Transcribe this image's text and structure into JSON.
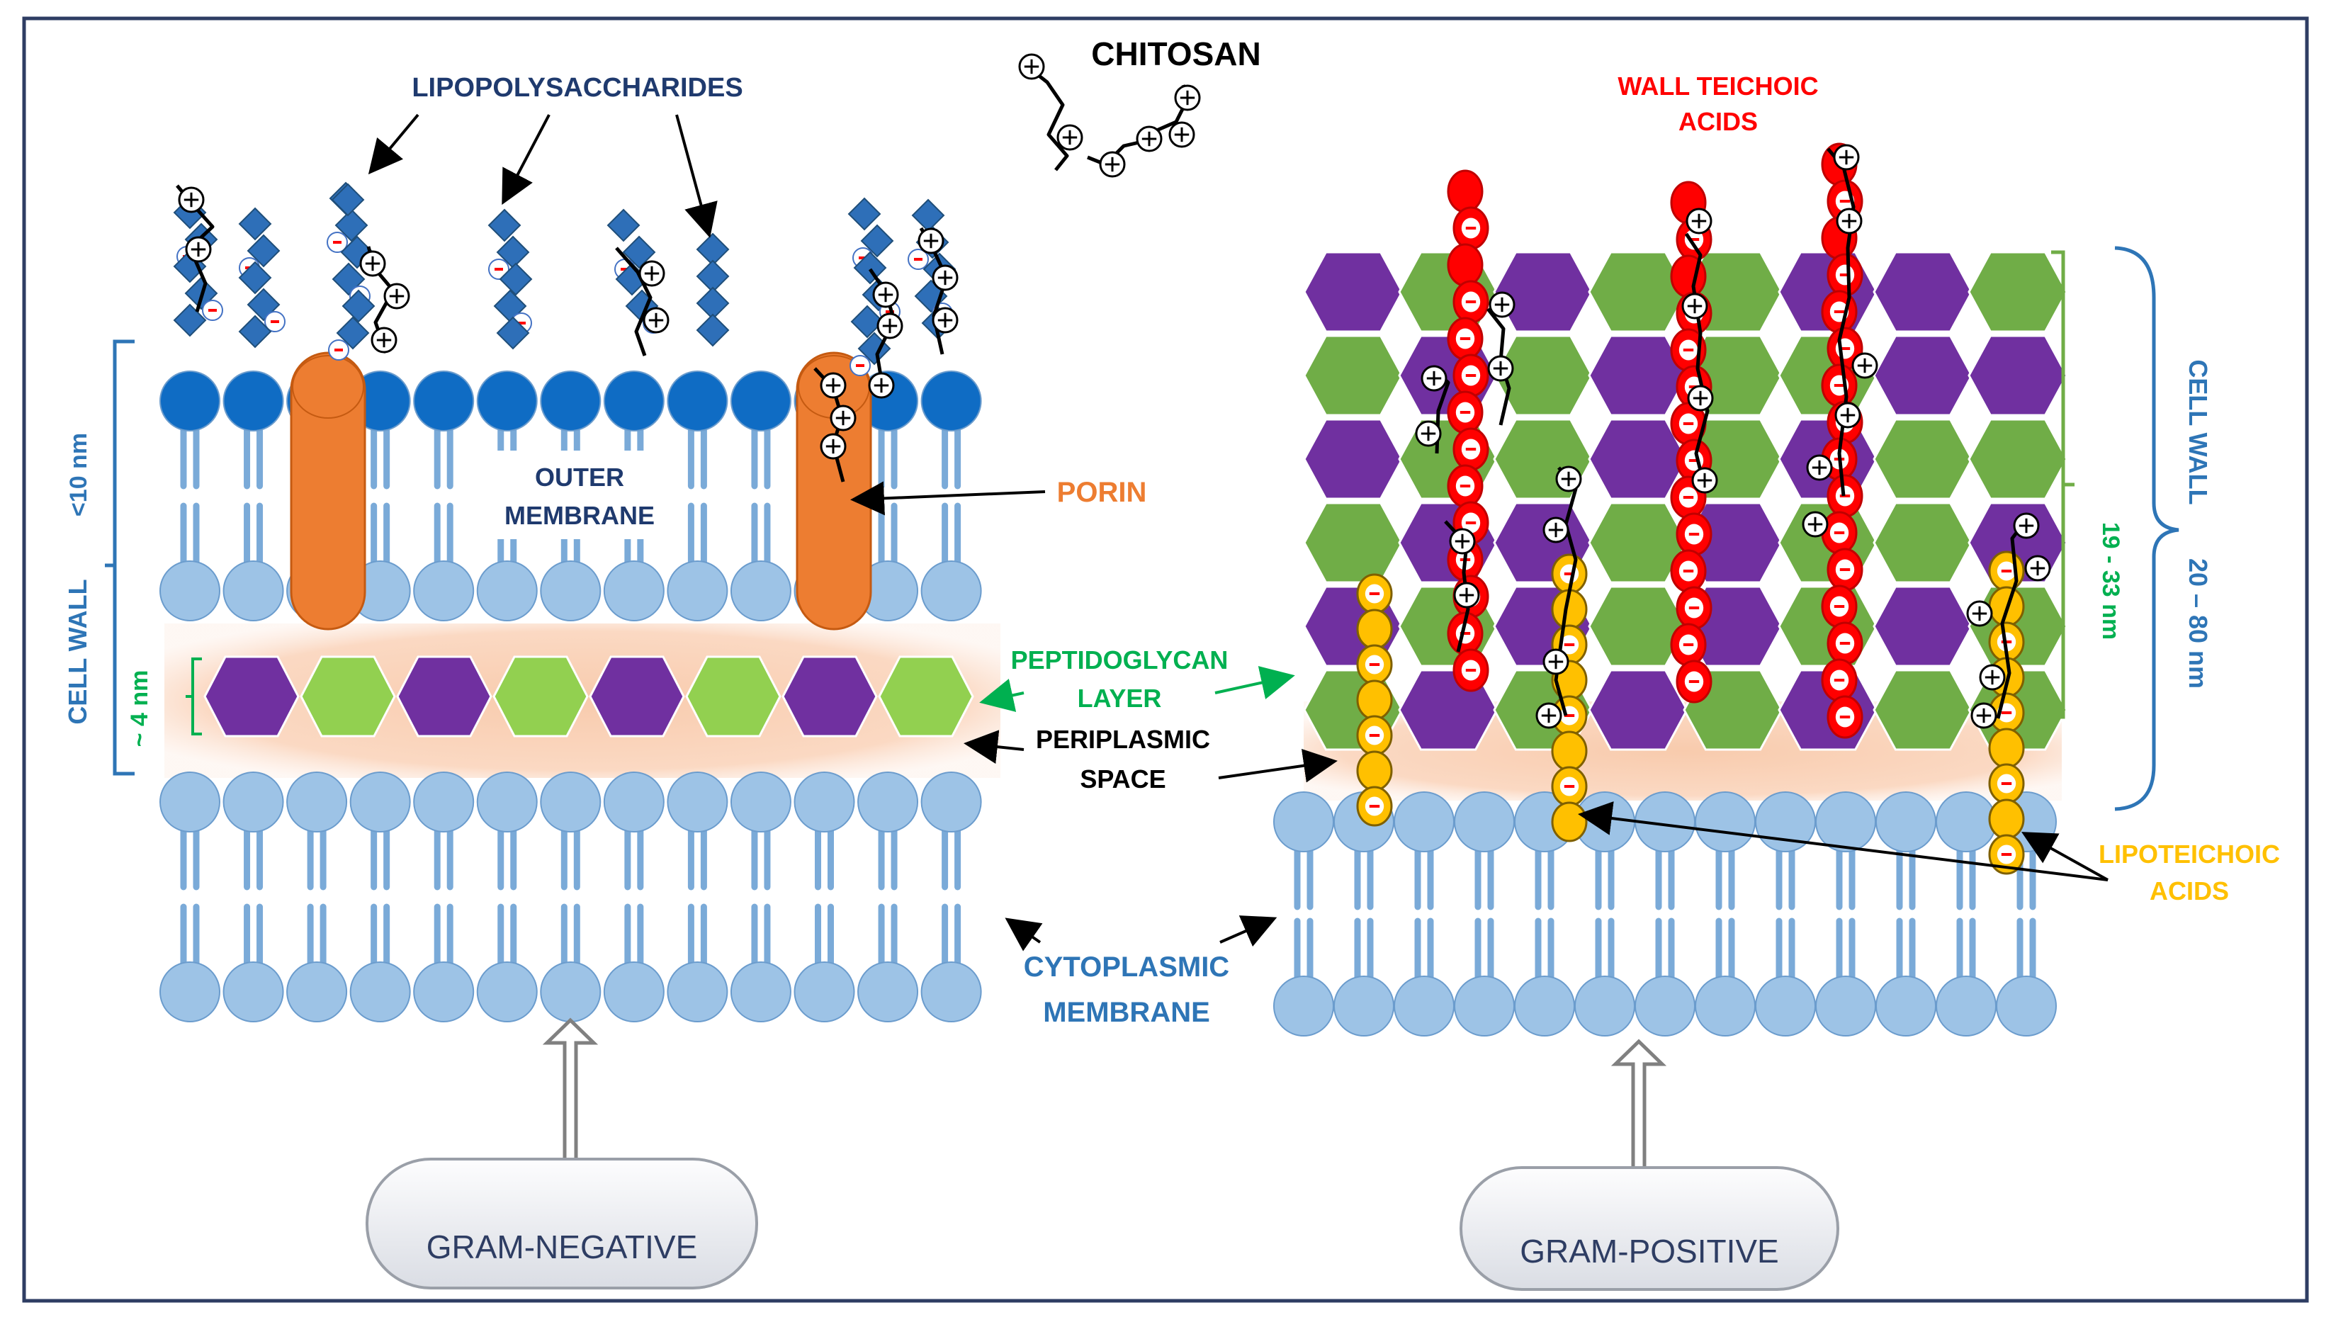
{
  "labels": {
    "chitosan": "CHITOSAN",
    "lipopolysaccharides": "LIPOPOLYSACCHARIDES",
    "wall_teichoic_line1": "WALL TEICHOIC",
    "wall_teichoic_line2": "ACIDS",
    "outer_membrane_line1": "OUTER",
    "outer_membrane_line2": "MEMBRANE",
    "porin": "PORIN",
    "peptidoglycan_line1": "PEPTIDOGLYCAN",
    "peptidoglycan_line2": "LAYER",
    "periplasmic_line1": "PERIPLASMIC",
    "periplasmic_line2": "SPACE",
    "cytoplasmic_line1": "CYTOPLASMIC",
    "cytoplasmic_line2": "MEMBRANE",
    "lipoteichoic_line1": "LIPOTEICHOIC",
    "lipoteichoic_line2": "ACIDS",
    "gram_negative": "GRAM-NEGATIVE",
    "gram_positive": "GRAM-POSITIVE",
    "neg_cell_wall": "CELL WALL",
    "neg_lt10nm": "<10 nm",
    "neg_4nm": "~ 4 nm",
    "pos_cell_wall": "CELL WALL",
    "pos_20_80": "20 – 80 nm",
    "pos_19_33": "19 - 33 nm"
  },
  "charges": {
    "positive": "+",
    "negative": "−"
  },
  "colors": {
    "border": "#2e3d63",
    "lps_blue": "#2e6fb8",
    "head_dark": "#0f6cc4",
    "head_light": "#9dc3e6",
    "porin": "#ed7d31",
    "periplasm": "#f8cbad",
    "pg_purple": "#7030a0",
    "pg_green_light": "#92d050",
    "pg_green": "#70ad47",
    "teichoic_red": "#ff0000",
    "lipoteichoic_yellow": "#ffc000",
    "label_navy": "#1f3a6e",
    "label_blue": "#2e75b6",
    "label_orange": "#ed7d31",
    "label_green": "#00b050",
    "label_red": "#ff0000",
    "label_gold": "#ffc000"
  }
}
